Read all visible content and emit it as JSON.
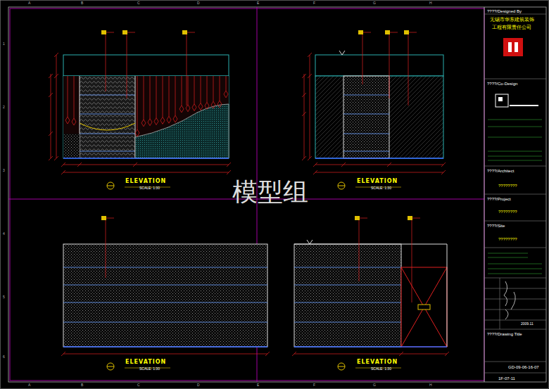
{
  "diagram": {
    "labels": [
      "模型组",
      "ELEVATION",
      "ELEVATION",
      "ELEVATION",
      "ELEVATION",
      "SCALE: 1:30",
      "SCALE: 1:30",
      "SCALE: 1:30",
      "SCALE: 1:30",
      "????/Designed By",
      "无锡市华东建筑装饰",
      "工程有限责任公司",
      "????/Co-Design",
      "????/Architect",
      "????????",
      "????/Project",
      "????????",
      "????/Site",
      "????????",
      "????/Drawing Title",
      "GD-09-06-16-07",
      "1F-07-11",
      "2009.11",
      "A",
      "B",
      "C",
      "D",
      "E",
      "F",
      "G",
      "H",
      "A",
      "B",
      "C",
      "D",
      "E",
      "F",
      "G",
      "H",
      "1",
      "2",
      "3",
      "4",
      "5",
      "6"
    ]
  }
}
